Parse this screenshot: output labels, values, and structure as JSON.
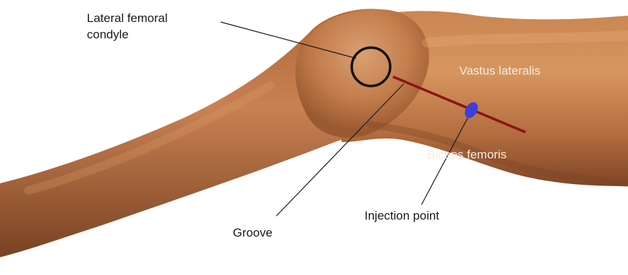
{
  "labels": {
    "lateral_condyle_line1": "Lateral femoral",
    "lateral_condyle_line2": "condyle",
    "vastus_lateralis": "Vastus lateralis",
    "biceps_femoris": "Biceps femoris",
    "injection_point": "Injection point",
    "groove": "Groove"
  },
  "colors": {
    "background": "#ffffff",
    "skin_base": "#b9754a",
    "skin_highlight": "#d7955f",
    "skin_shadow": "#7c4424",
    "condyle_circle": "#111111",
    "leader_line": "#1a1a1a",
    "femur_axis_line": "#8a1414",
    "injection_marker": "#3f3fd8",
    "label_dark": "#1a1a1a",
    "label_light": "#f4ece4"
  },
  "icons": {
    "condyle_marker": "circle-outline",
    "injection_marker": "filled-ellipse"
  }
}
